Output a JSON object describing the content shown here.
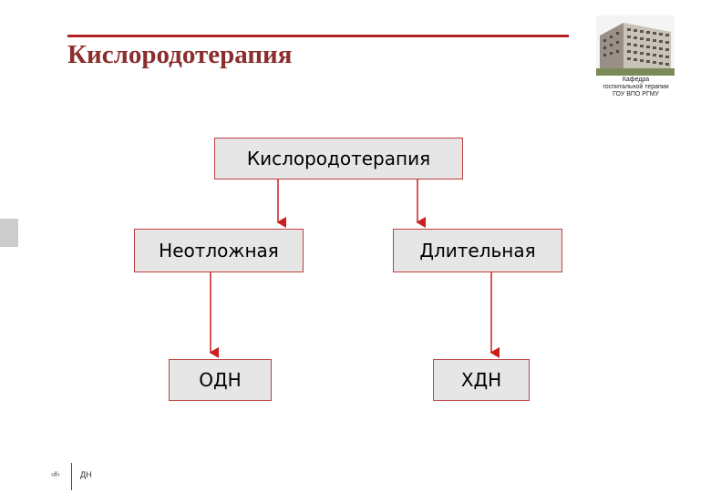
{
  "slide": {
    "title": "Кислородотерапия"
  },
  "logo": {
    "caption_line1": "Кафедра",
    "caption_line2": "госпитальной терапии",
    "caption_line3": "ГОУ ВПО РГМУ"
  },
  "diagram": {
    "root": "Кислородотерапия",
    "branch_left": "Неотложная",
    "branch_right": "Длительная",
    "leaf_left": "ОДН",
    "leaf_right": "ХДН"
  },
  "footer": {
    "slide_number": "‹#›",
    "text": "ДН"
  },
  "colors": {
    "accent": "#b22222",
    "title": "#8b2e2e",
    "box_fill": "#e6e6e6",
    "box_border": "#c04040",
    "arrow": "#cc1f1f"
  }
}
